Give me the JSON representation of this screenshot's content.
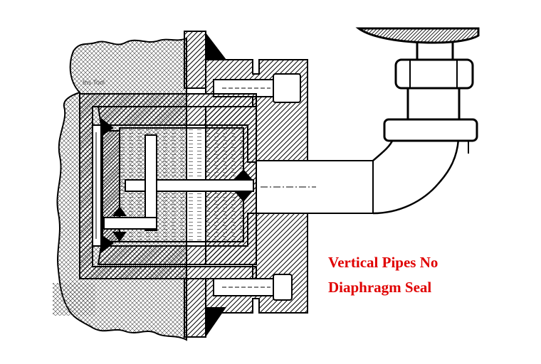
{
  "caption": {
    "line1": "Vertical Pipes No",
    "line2": "Diaphragm Seal"
  },
  "small_label": "Ins Tool",
  "colors": {
    "caption": "#e00000",
    "outline": "#000000",
    "background": "#ffffff"
  }
}
